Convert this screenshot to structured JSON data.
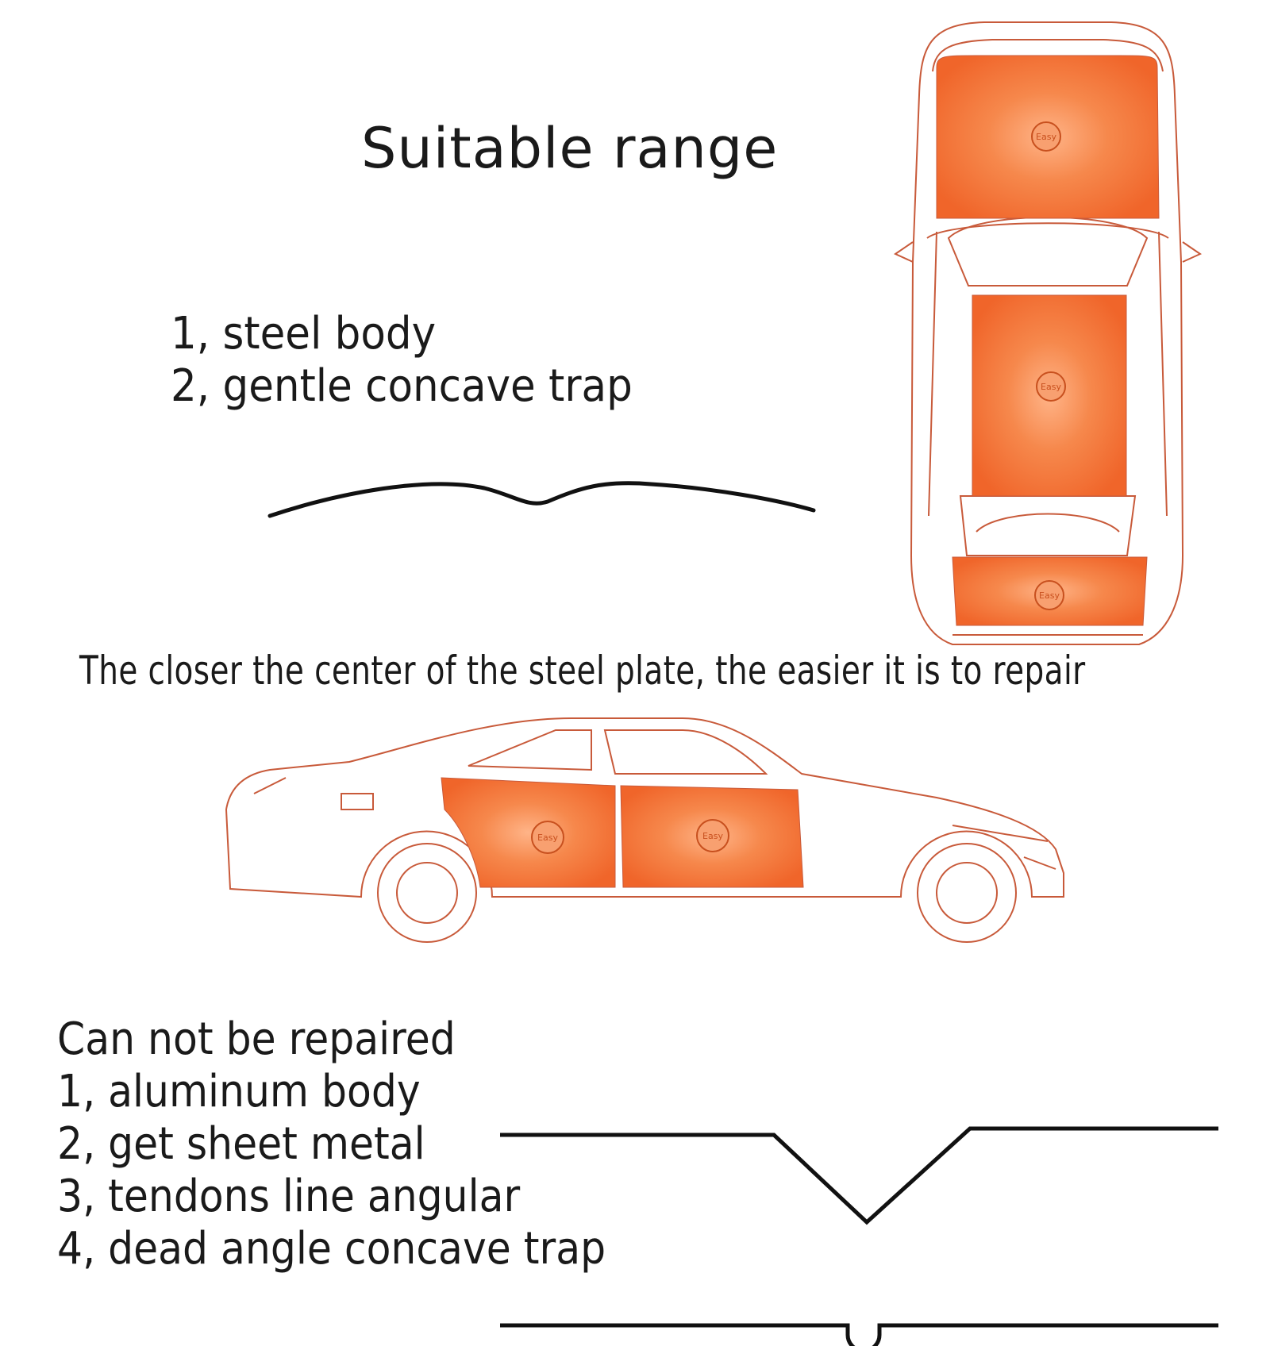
{
  "title": "Suitable range",
  "suitable": [
    "1, steel body",
    "2, gentle concave trap"
  ],
  "note": "The closer the center of the steel plate, the easier it is to repair",
  "unsuitable_heading": "Can not be repaired",
  "unsuitable": [
    "1, aluminum body",
    "2, get sheet metal",
    "3, tendons line angular",
    "4, dead angle concave trap"
  ],
  "badge_text": "Easy",
  "colors": {
    "panel": "#f26a30",
    "outline": "#c85a3a",
    "ink": "#1a1a1a"
  }
}
